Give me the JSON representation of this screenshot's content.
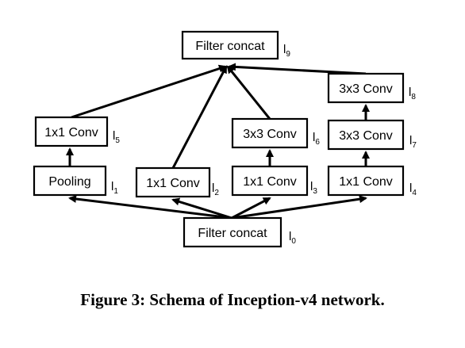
{
  "diagram": {
    "nodes": [
      {
        "id": "l0",
        "text": "Filter concat",
        "label": "l",
        "sub": "0"
      },
      {
        "id": "l1",
        "text": "Pooling",
        "label": "l",
        "sub": "1"
      },
      {
        "id": "l2",
        "text": "1x1 Conv",
        "label": "l",
        "sub": "2"
      },
      {
        "id": "l3",
        "text": "1x1 Conv",
        "label": "l",
        "sub": "3"
      },
      {
        "id": "l4",
        "text": "1x1 Conv",
        "label": "l",
        "sub": "4"
      },
      {
        "id": "l5",
        "text": "1x1 Conv",
        "label": "l",
        "sub": "5"
      },
      {
        "id": "l6",
        "text": "3x3 Conv",
        "label": "l",
        "sub": "6"
      },
      {
        "id": "l7",
        "text": "3x3 Conv",
        "label": "l",
        "sub": "7"
      },
      {
        "id": "l8",
        "text": "3x3 Conv",
        "label": "l",
        "sub": "8"
      },
      {
        "id": "l9",
        "text": "Filter concat",
        "label": "l",
        "sub": "9"
      }
    ],
    "edges": [
      {
        "from": "l0",
        "to": "l1"
      },
      {
        "from": "l0",
        "to": "l2"
      },
      {
        "from": "l0",
        "to": "l3"
      },
      {
        "from": "l0",
        "to": "l4"
      },
      {
        "from": "l1",
        "to": "l5"
      },
      {
        "from": "l3",
        "to": "l6"
      },
      {
        "from": "l4",
        "to": "l7"
      },
      {
        "from": "l7",
        "to": "l8"
      },
      {
        "from": "l5",
        "to": "l9"
      },
      {
        "from": "l2",
        "to": "l9"
      },
      {
        "from": "l6",
        "to": "l9"
      },
      {
        "from": "l8",
        "to": "l9"
      }
    ]
  },
  "caption": "Figure 3: Schema of Inception-v4 network."
}
